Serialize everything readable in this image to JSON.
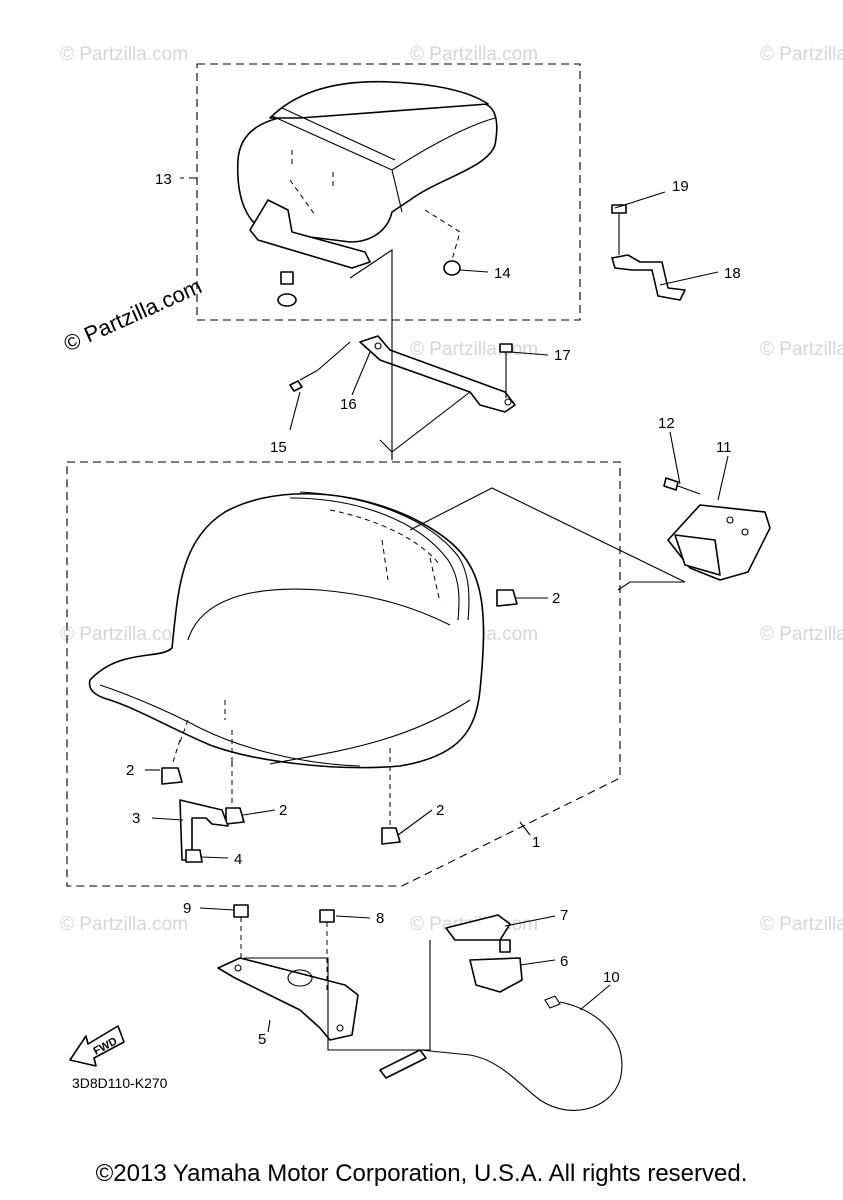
{
  "watermark_text": "© Partzilla.com",
  "diagram_code": "3D8D110-K270",
  "fwd_label": "FWD",
  "copyright": "©2013 Yamaha Motor Corporation, U.S.A. All rights reserved.",
  "callouts": {
    "c1": "1",
    "c2a": "2",
    "c2b": "2",
    "c2c": "2",
    "c2d": "2",
    "c3": "3",
    "c4": "4",
    "c5": "5",
    "c6": "6",
    "c7": "7",
    "c8": "8",
    "c9": "9",
    "c10": "10",
    "c11": "11",
    "c12": "12",
    "c13": "13",
    "c14": "14",
    "c15": "15",
    "c16": "16",
    "c17": "17",
    "c18": "18",
    "c19": "19"
  }
}
